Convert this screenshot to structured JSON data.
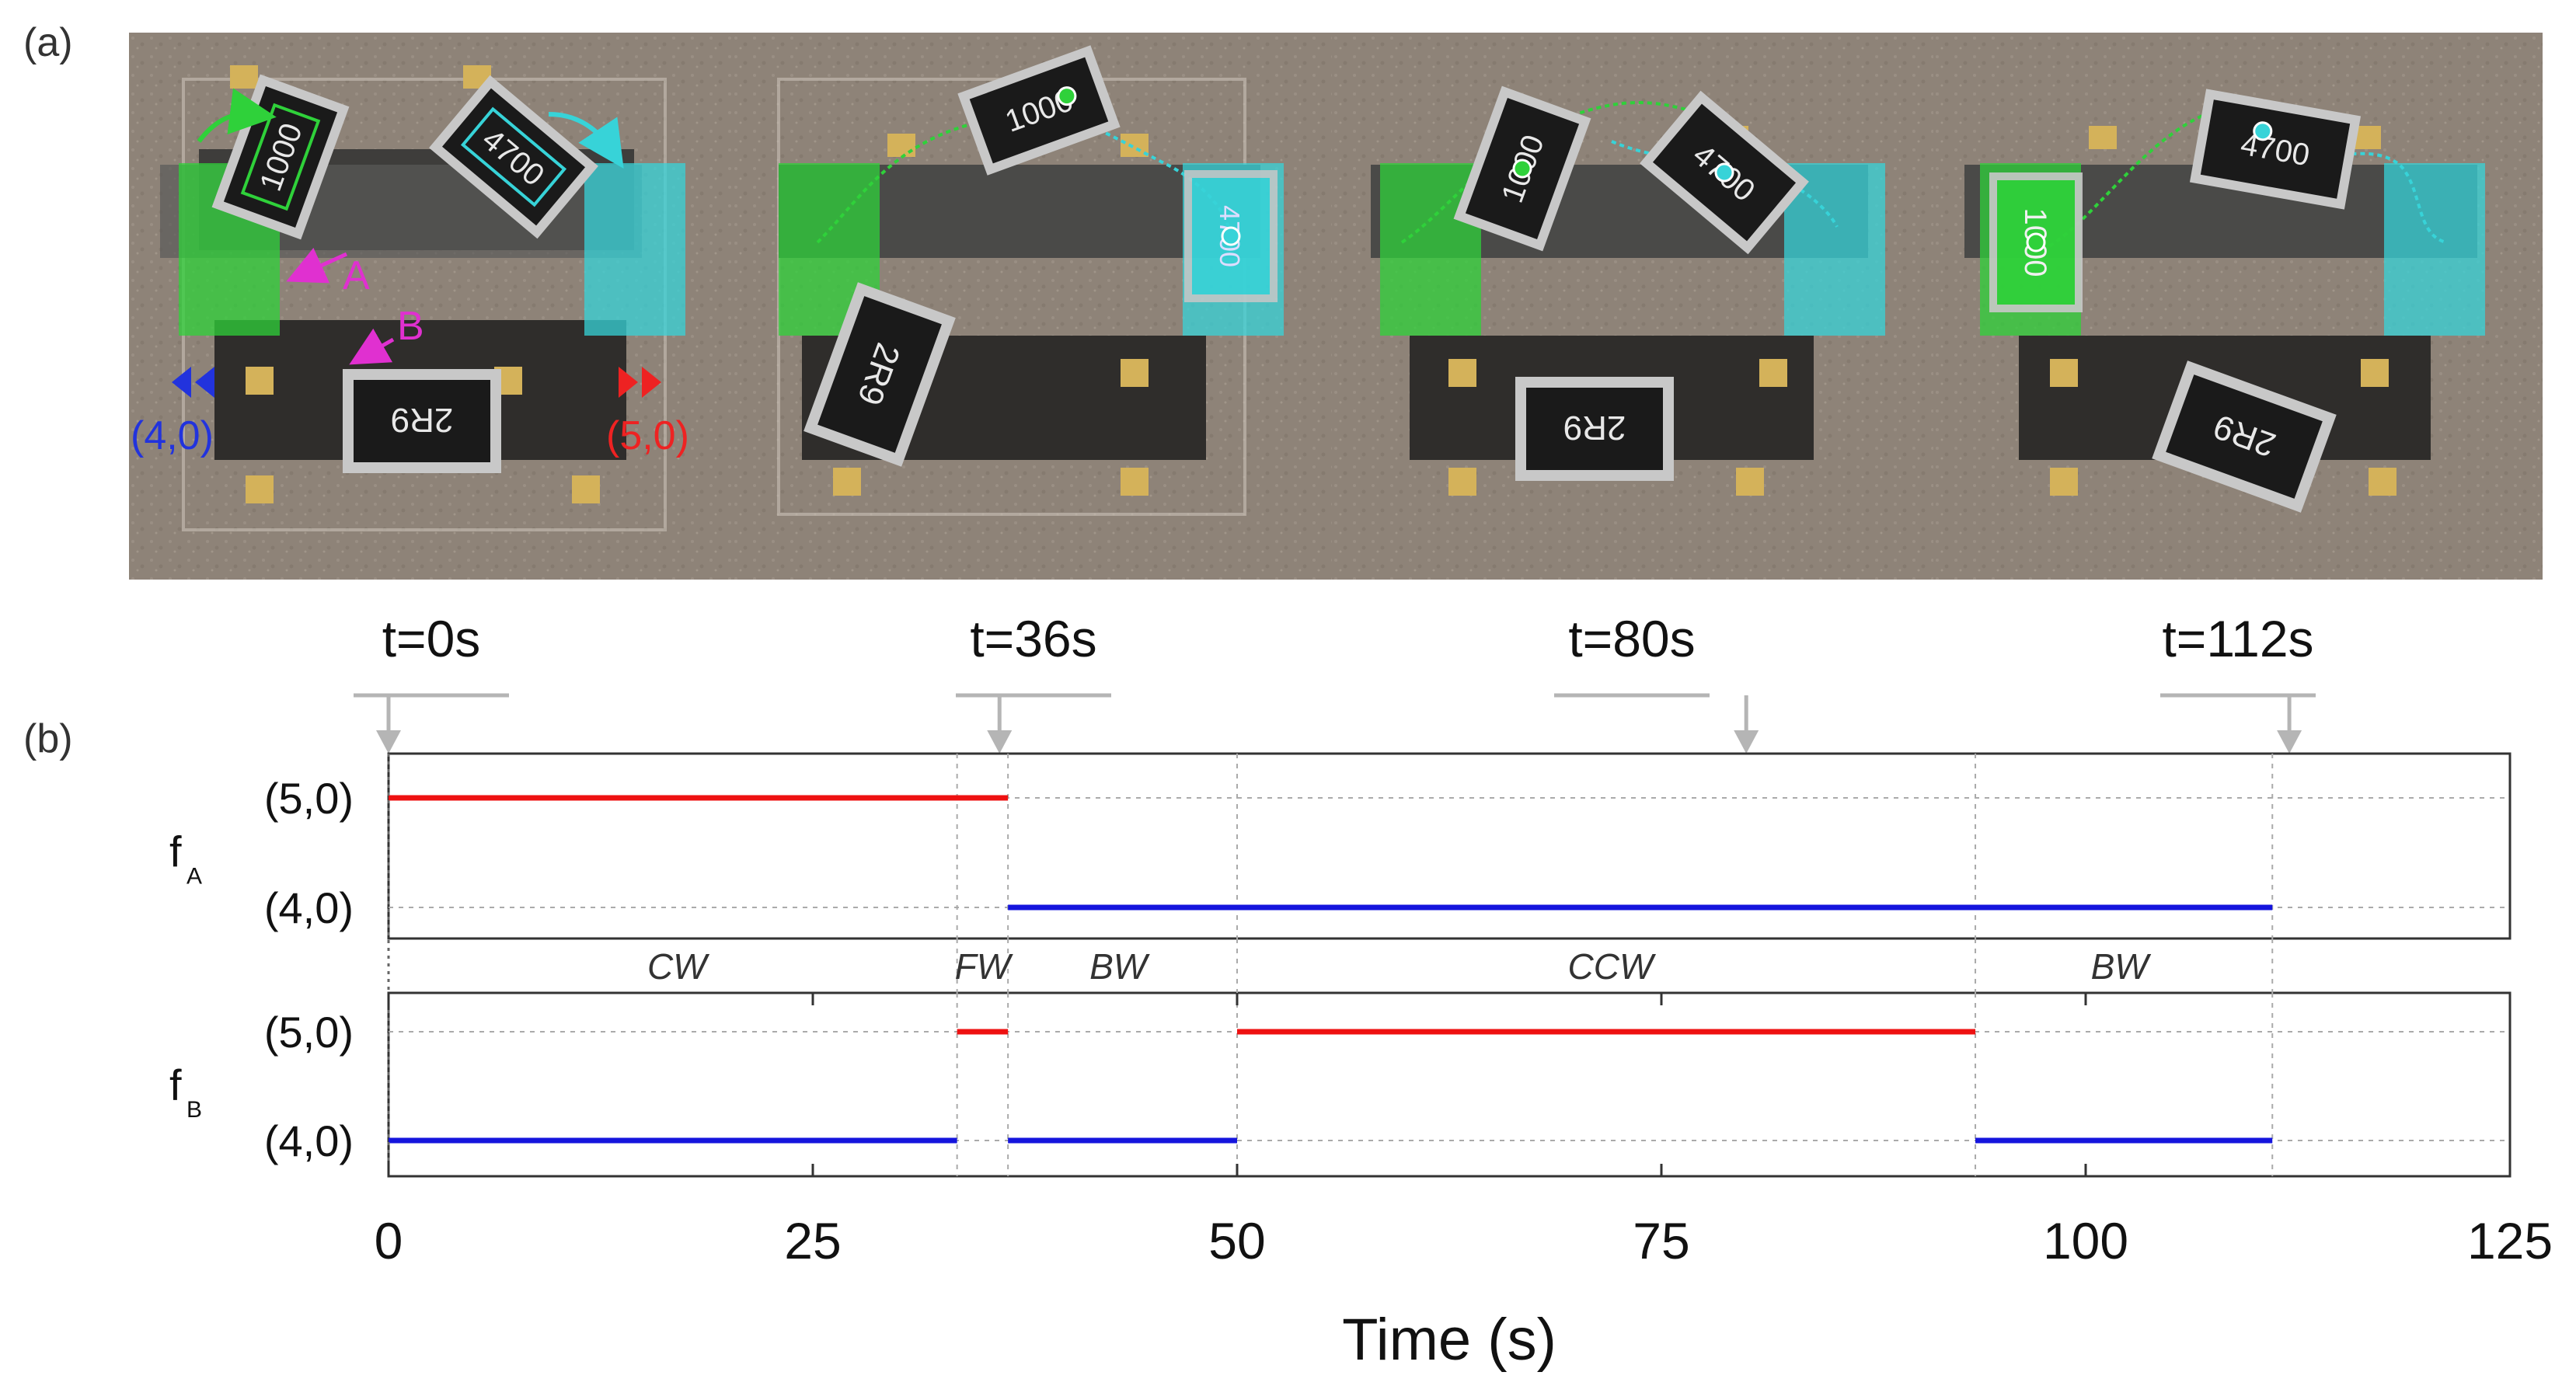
{
  "panel_a": {
    "label": "(a)",
    "frames": [
      {
        "time_label": "t=0s",
        "chip_a_text": "1000",
        "chip_b_text": "4700",
        "fixed_chip_text": "2R9",
        "annot_a": "A",
        "annot_b": "B",
        "left_signal": "(4,0)",
        "right_signal": "(5,0)"
      },
      {
        "time_label": "t=36s",
        "chip_a_text": "1000",
        "chip_b_text": "4700",
        "fixed_chip_text": "2R9"
      },
      {
        "time_label": "t=80s",
        "chip_a_text": "1000",
        "chip_b_text": "4700",
        "fixed_chip_text": "2R9"
      },
      {
        "time_label": "t=112s",
        "chip_a_text": "1000",
        "chip_b_text": "4700",
        "fixed_chip_text": "2R9"
      }
    ],
    "colors": {
      "green_zone": "#2fd13a",
      "cyan_zone": "#37d3d8",
      "magenta": "#e030d0",
      "blue": "#2233dd",
      "red": "#ee2222"
    }
  },
  "panel_b": {
    "label": "(b)"
  },
  "chart_data": {
    "type": "line",
    "xlabel": "Time (s)",
    "xlim": [
      0,
      125
    ],
    "xticks": [
      0,
      25,
      50,
      75,
      100,
      125
    ],
    "ylevels": [
      "(5,0)",
      "(4,0)"
    ],
    "grid": true,
    "time_markers": [
      0,
      36,
      80,
      112
    ],
    "phase_dividers": [
      33.5,
      36.5,
      50,
      93.5,
      111
    ],
    "phases": [
      {
        "label": "CW",
        "x": 17
      },
      {
        "label": "FW",
        "x": 35
      },
      {
        "label": "BW",
        "x": 43
      },
      {
        "label": "CCW",
        "x": 72
      },
      {
        "label": "BW",
        "x": 102
      }
    ],
    "subplots": [
      {
        "name": "fA",
        "name_main": "f",
        "name_sub": "A",
        "segments": [
          {
            "start": 0,
            "end": 36.5,
            "level": "(5,0)",
            "color": "#ee1111"
          },
          {
            "start": 36.5,
            "end": 111,
            "level": "(4,0)",
            "color": "#1515dd"
          }
        ]
      },
      {
        "name": "fB",
        "name_main": "f",
        "name_sub": "B",
        "segments": [
          {
            "start": 0,
            "end": 33.5,
            "level": "(4,0)",
            "color": "#1515dd"
          },
          {
            "start": 33.5,
            "end": 36.5,
            "level": "(5,0)",
            "color": "#ee1111"
          },
          {
            "start": 36.5,
            "end": 50,
            "level": "(4,0)",
            "color": "#1515dd"
          },
          {
            "start": 50,
            "end": 93.5,
            "level": "(5,0)",
            "color": "#ee1111"
          },
          {
            "start": 93.5,
            "end": 111,
            "level": "(4,0)",
            "color": "#1515dd"
          }
        ]
      }
    ]
  }
}
